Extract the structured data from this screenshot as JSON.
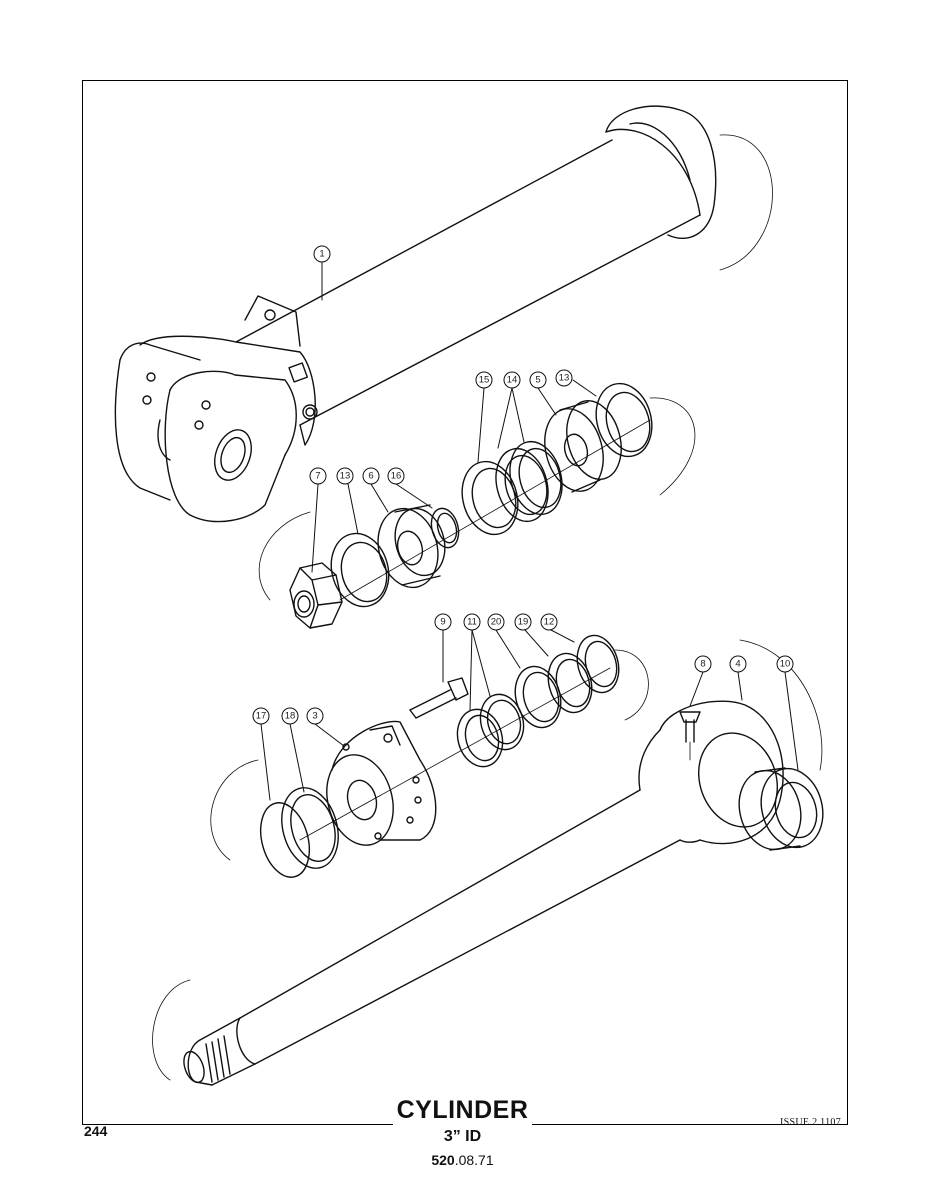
{
  "page": {
    "number": "244",
    "issue": "ISSUE 2 1107",
    "title": "CYLINDER",
    "subtitle": "3” ID",
    "code_bold": "520",
    "code_rest": ".08.71"
  },
  "callouts": [
    {
      "id": "c1",
      "label": "1"
    },
    {
      "id": "c15",
      "label": "15"
    },
    {
      "id": "c14",
      "label": "14"
    },
    {
      "id": "c5",
      "label": "5"
    },
    {
      "id": "c13a",
      "label": "13"
    },
    {
      "id": "c7",
      "label": "7"
    },
    {
      "id": "c13b",
      "label": "13"
    },
    {
      "id": "c6",
      "label": "6"
    },
    {
      "id": "c16",
      "label": "16"
    },
    {
      "id": "c9",
      "label": "9"
    },
    {
      "id": "c11",
      "label": "11"
    },
    {
      "id": "c20",
      "label": "20"
    },
    {
      "id": "c19",
      "label": "19"
    },
    {
      "id": "c12",
      "label": "12"
    },
    {
      "id": "c8",
      "label": "8"
    },
    {
      "id": "c4",
      "label": "4"
    },
    {
      "id": "c10",
      "label": "10"
    },
    {
      "id": "c17",
      "label": "17"
    },
    {
      "id": "c18",
      "label": "18"
    },
    {
      "id": "c3",
      "label": "3"
    }
  ]
}
